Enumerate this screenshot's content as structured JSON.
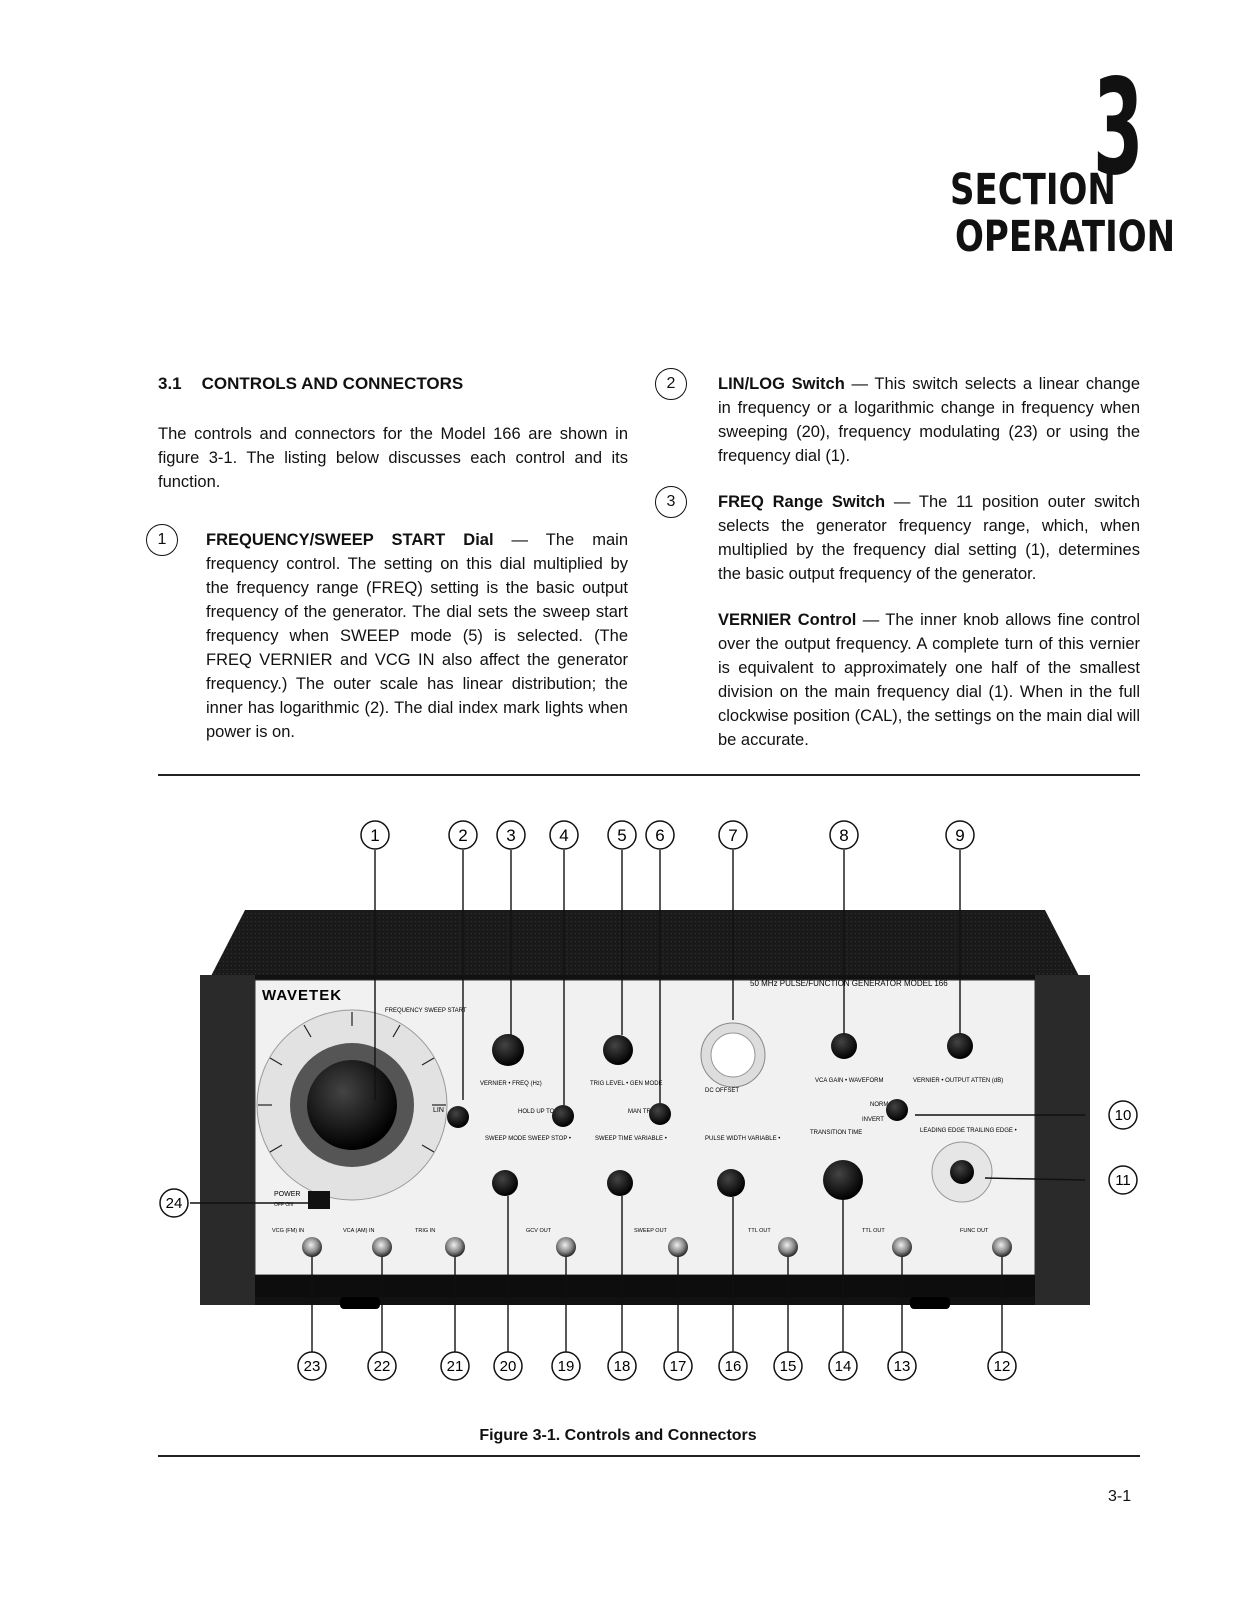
{
  "header": {
    "section_label": "SECTION",
    "section_number": "3",
    "section_title": "OPERATION"
  },
  "heading": {
    "number": "3.1",
    "text": "CONTROLS AND CONNECTORS"
  },
  "intro": "The controls and connectors for the Model 166 are shown in figure 3-1. The listing below discusses each control and its function.",
  "items": [
    {
      "num": "1",
      "term": "FREQUENCY/SWEEP START Dial",
      "text": " — The main frequency control. The setting on this dial multiplied by the frequency range (FREQ) setting is the basic output frequency of the generator. The dial sets the sweep start frequency when SWEEP mode (5) is selected. (The FREQ VERNIER and VCG IN also affect the generator frequency.) The outer scale has linear distribution; the inner has logarithmic (2). The dial index mark lights when power is on."
    },
    {
      "num": "2",
      "term": "LIN/LOG Switch",
      "text": " — This switch selects a linear change in frequency or a logarithmic change in frequency when sweeping (20), frequency modulating (23) or using the frequency dial (1)."
    },
    {
      "num": "3",
      "term": "FREQ Range Switch",
      "text": " — The 11 position outer switch selects the generator frequency range, which, when multiplied by the frequency dial setting (1), determines the basic output frequency of the generator."
    },
    {
      "num": "",
      "term": "VERNIER Control",
      "text": " — The inner knob allows fine control over the output frequency. A complete turn of this vernier is equivalent to approximately one half of the smallest division on the main frequency dial (1). When in the full clockwise position (CAL), the settings on the main dial will be accurate."
    }
  ],
  "figure": {
    "top_callouts": [
      "1",
      "2",
      "3",
      "4",
      "5",
      "6",
      "7",
      "8",
      "9"
    ],
    "bottom_callouts": [
      "23",
      "22",
      "21",
      "20",
      "19",
      "18",
      "17",
      "16",
      "15",
      "14",
      "13",
      "12"
    ],
    "side_callouts": {
      "left": "24",
      "right_top": "10",
      "right_bottom": "11"
    },
    "panel": {
      "brand": "WAVETEK",
      "model_line": "50 MHz PULSE/FUNCTION GENERATOR   MODEL 166",
      "labels": {
        "freq_dial": "FREQUENCY SWEEP START",
        "lin": "LIN",
        "vernier_freq": "VERNIER • FREQ (Hz)",
        "trig_level": "TRIG LEVEL • GEN MODE",
        "hold": "HOLD UP TO X 10",
        "man_trig": "MAN TRIG",
        "dc_offset": "DC OFFSET",
        "vca_gain": "VCA GAIN • WAVEFORM",
        "vernier_atten": "VERNIER • OUTPUT ATTEN (dB)",
        "norm": "NORM",
        "invert": "INVERT",
        "transition": "TRANSITION TIME",
        "leading": "LEADING EDGE TRAILING EDGE •",
        "sweep_mode": "SWEEP MODE SWEEP STOP •",
        "sweep_time": "SWEEP TIME VARIABLE •",
        "pulse_width": "PULSE WIDTH VARIABLE •",
        "power": "POWER",
        "power_sub": "OFF  ON",
        "vcg": "VCG (FM) IN",
        "vca": "VCA (AM) IN",
        "trig_in": "TRIG IN",
        "gcv": "GCV OUT",
        "sweep_out": "SWEEP OUT",
        "ttl_out": "TTL OUT",
        "ttl_out2": "TTL OUT",
        "func_out": "FUNC OUT"
      }
    }
  },
  "caption": "Figure 3-1.  Controls and Connectors",
  "page_number": "3-1"
}
